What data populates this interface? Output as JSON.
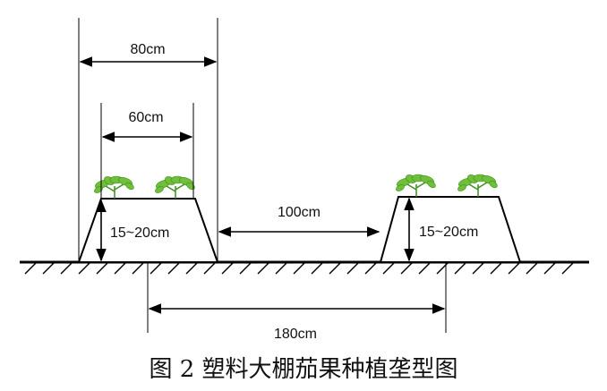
{
  "dimensions": {
    "bed_top_outer_width": "80cm",
    "bed_top_inner_width": "60cm",
    "bed_height_left": "15~20cm",
    "bed_height_right": "15~20cm",
    "furrow_width": "100cm",
    "bed_spacing": "180cm"
  },
  "caption": "图 2  塑料大棚茄果种植垄型图",
  "colors": {
    "line": "#000000",
    "plant": "#6fbf3a"
  }
}
